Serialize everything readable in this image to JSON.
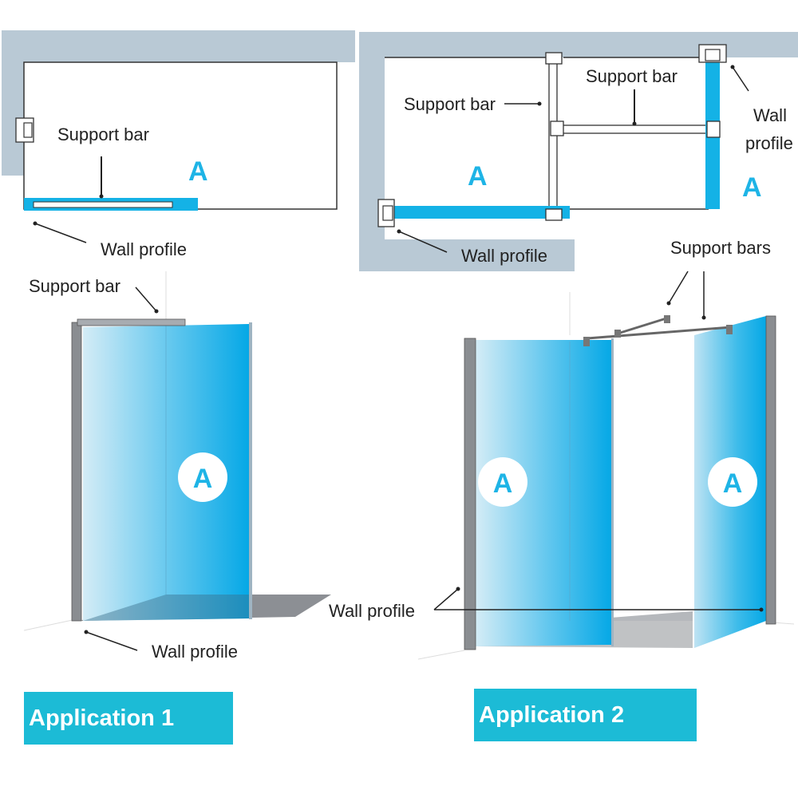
{
  "labels": {
    "support_bar": "Support bar",
    "support_bars": "Support bars",
    "wall_profile": "Wall profile",
    "wall": "Wall",
    "profile": "profile",
    "marker": "A"
  },
  "applications": {
    "app1": "Application 1",
    "app2": "Application 2"
  },
  "colors": {
    "wall_grey": "#b8c8d4",
    "glass_blue": "#14b2e6",
    "label_teal": "#1cbbd6",
    "frame_grey": "#8a8d91"
  }
}
